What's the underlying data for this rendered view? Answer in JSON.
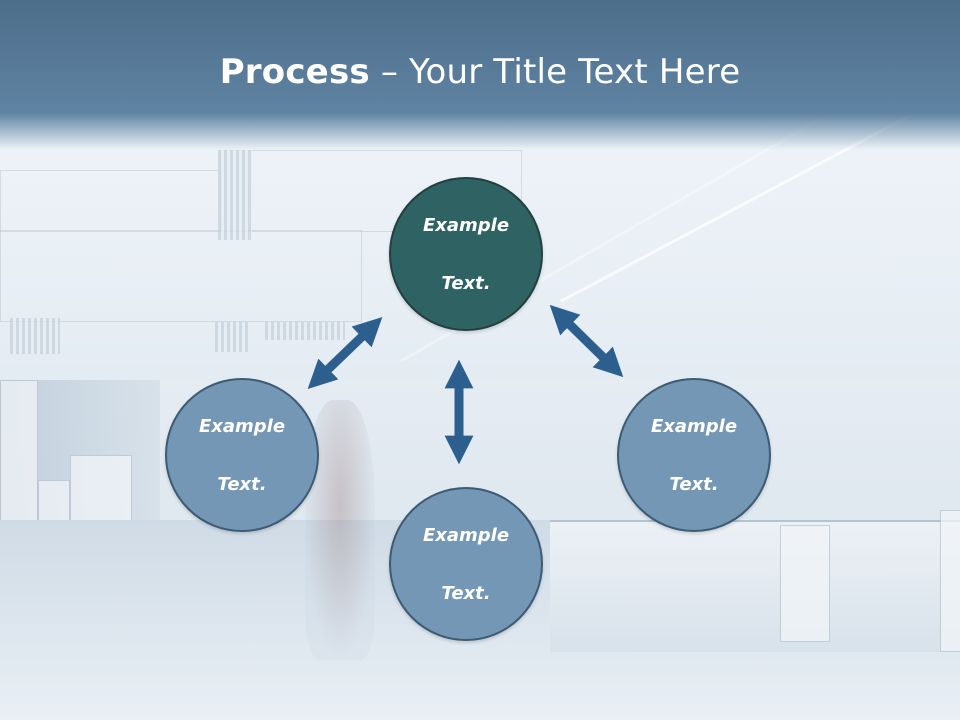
{
  "slide": {
    "title_bold": "Process",
    "title_rest": " – Your Title Text Here"
  },
  "nodes": {
    "top": {
      "line1": "Example",
      "line2": "Text."
    },
    "left": {
      "line1": "Example",
      "line2": "Text."
    },
    "bottom": {
      "line1": "Example",
      "line2": "Text."
    },
    "right": {
      "line1": "Example",
      "line2": "Text."
    }
  },
  "colors": {
    "banner": "#5a7d9c",
    "center_node": "#2f6363",
    "outer_node": "#7497b5",
    "arrow": "#2d5f8e"
  }
}
